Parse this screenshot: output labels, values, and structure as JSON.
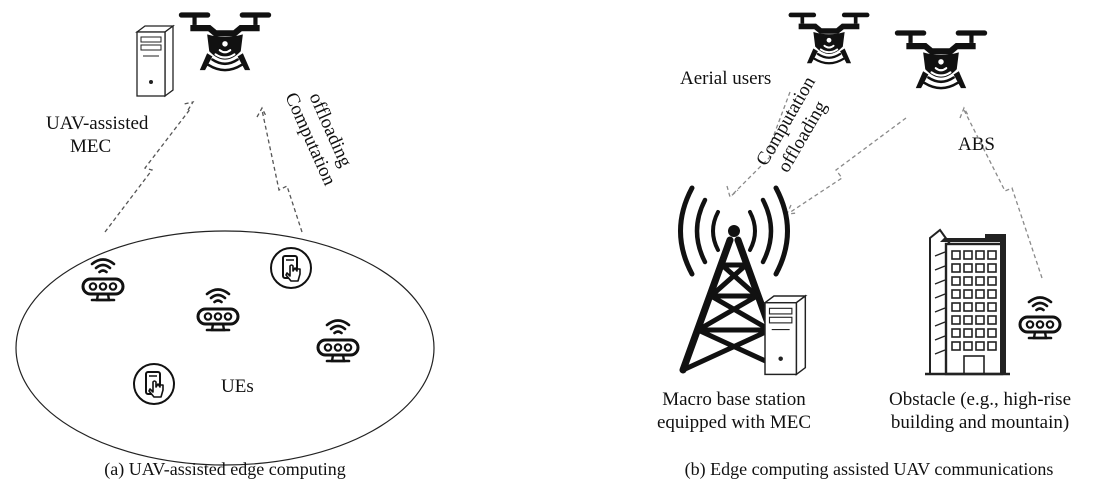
{
  "panel_a": {
    "label_uav_mec": [
      "UAV-assisted",
      "MEC"
    ],
    "label_offloading": [
      "Computation",
      "offloading"
    ],
    "label_ues": "UEs",
    "caption": "(a) UAV-assisted edge computing"
  },
  "panel_b": {
    "label_aerial_users": "Aerial users",
    "label_offloading": [
      "Computation",
      "offloading"
    ],
    "label_abs": "ABS",
    "label_macro": [
      "Macro base station",
      "equipped with MEC"
    ],
    "label_obstacle": [
      "Obstacle (e.g., high-rise",
      "building and mountain)"
    ],
    "caption": "(b) Edge computing assisted UAV communications"
  },
  "icons": [
    "drone-icon",
    "server-icon",
    "iot-sensor-icon",
    "smartphone-touch-icon",
    "cell-tower-icon",
    "building-icon"
  ]
}
